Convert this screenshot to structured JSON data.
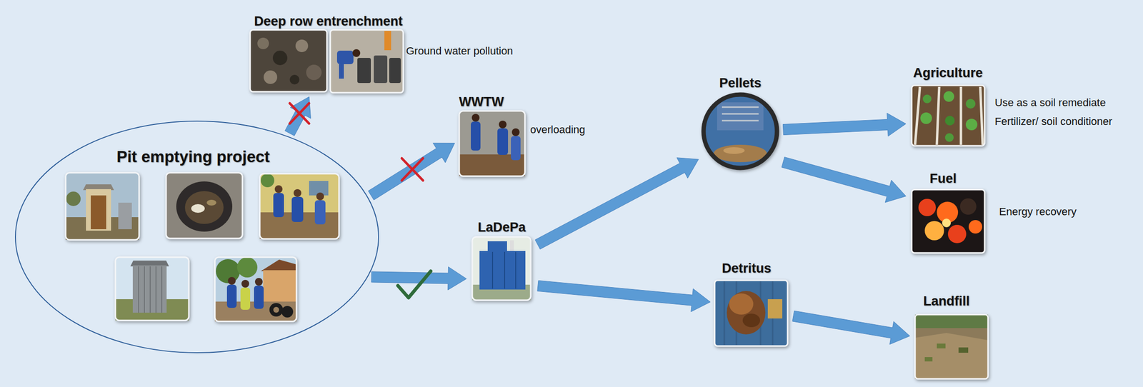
{
  "diagram": {
    "nodes": [
      {
        "text": [
          "Pit emptying project"
        ]
      },
      {
        "text": [
          "Deep row entrenchment",
          "Ground water pollution"
        ]
      },
      {
        "text": [
          "WWTW",
          "overloading"
        ]
      },
      {
        "text": [
          "LaDePa"
        ]
      },
      {
        "text": [
          "Pellets"
        ]
      },
      {
        "text": [
          "Detritus"
        ]
      },
      {
        "text": [
          "Agriculture",
          "Use as a soil remediate",
          "Fertilizer/ soil conditioner"
        ]
      },
      {
        "text": [
          "Fuel",
          "Energy recovery"
        ]
      },
      {
        "text": [
          "Landfill"
        ]
      }
    ],
    "edges": [
      {
        "from": 0,
        "to": 1,
        "arrow": "to"
      },
      {
        "from": 0,
        "to": 2,
        "arrow": "to"
      },
      {
        "from": 0,
        "to": 3,
        "arrow": "to"
      },
      {
        "from": 3,
        "to": 4,
        "arrow": "to"
      },
      {
        "from": 3,
        "to": 5,
        "arrow": "to"
      },
      {
        "from": 4,
        "to": 6,
        "arrow": "to"
      },
      {
        "from": 4,
        "to": 7,
        "arrow": "to"
      },
      {
        "from": 5,
        "to": 8,
        "arrow": "to"
      }
    ]
  }
}
